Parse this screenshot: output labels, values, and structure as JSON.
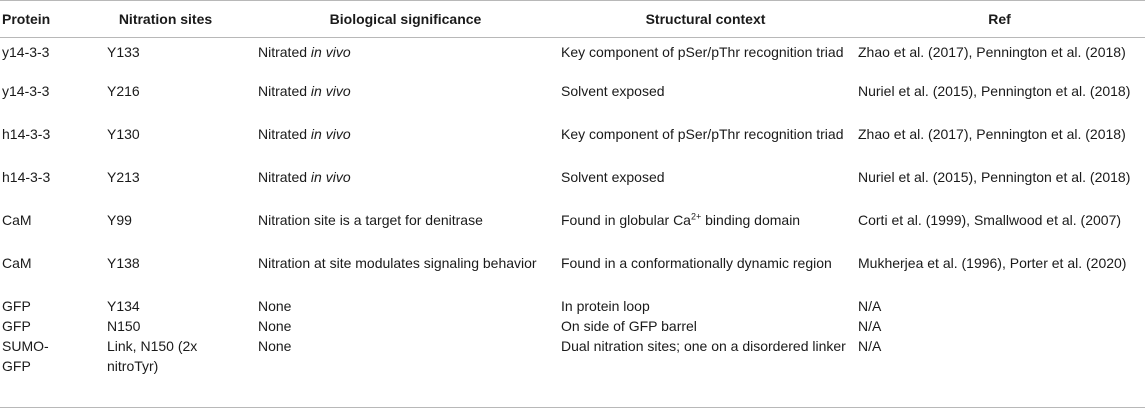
{
  "headers": [
    "Protein",
    "Nitration sites",
    "Biological significance",
    "Structural context",
    "Ref"
  ],
  "rows": [
    {
      "protein": "y14-3-3",
      "site": "Y133",
      "bio_pre": "Nitrated ",
      "bio_em": "in vivo",
      "struct_pre": "Key component of pSer/pThr recognition triad",
      "struct_sup": "",
      "struct_post": "",
      "ref": "Zhao et al. (2017), Pennington et al. (2018)"
    },
    {
      "protein": "y14-3-3",
      "site": "Y216",
      "bio_pre": "Nitrated ",
      "bio_em": "in vivo",
      "struct_pre": "Solvent exposed",
      "struct_sup": "",
      "struct_post": "",
      "ref": "Nuriel et al. (2015), Pennington et al. (2018)"
    },
    {
      "protein": "h14-3-3",
      "site": "Y130",
      "bio_pre": "Nitrated ",
      "bio_em": "in vivo",
      "struct_pre": "Key component of pSer/pThr recognition triad",
      "struct_sup": "",
      "struct_post": "",
      "ref": "Zhao et al. (2017), Pennington et al. (2018)"
    },
    {
      "protein": "h14-3-3",
      "site": "Y213",
      "bio_pre": "Nitrated ",
      "bio_em": "in vivo",
      "struct_pre": "Solvent exposed",
      "struct_sup": "",
      "struct_post": "",
      "ref": "Nuriel et al. (2015), Pennington et al. (2018)"
    },
    {
      "protein": "CaM",
      "site": "Y99",
      "bio_pre": "Nitration site is a target for denitrase",
      "bio_em": "",
      "struct_pre": "Found in globular Ca",
      "struct_sup": "2+",
      "struct_post": " binding domain",
      "ref": "Corti et al. (1999), Smallwood et al. (2007)"
    },
    {
      "protein": "CaM",
      "site": "Y138",
      "bio_pre": "Nitration at site modulates signaling behavior",
      "bio_em": "",
      "struct_pre": "Found in a conformationally dynamic region",
      "struct_sup": "",
      "struct_post": "",
      "ref": "Mukherjea et al. (1996), Porter et al. (2020)"
    },
    {
      "protein": "GFP",
      "site": "Y134",
      "bio_pre": "None",
      "bio_em": "",
      "struct_pre": "In protein loop",
      "struct_sup": "",
      "struct_post": "",
      "ref": "N/A"
    },
    {
      "protein": "GFP",
      "site": "N150",
      "bio_pre": "None",
      "bio_em": "",
      "struct_pre": "On side of GFP barrel",
      "struct_sup": "",
      "struct_post": "",
      "ref": "N/A"
    },
    {
      "protein": "SUMO-GFP",
      "site": "Link, N150 (2x nitroTyr)",
      "bio_pre": "None",
      "bio_em": "",
      "struct_pre": "Dual nitration sites; one on a disordered linker",
      "struct_sup": "",
      "struct_post": "",
      "ref": "N/A"
    }
  ]
}
